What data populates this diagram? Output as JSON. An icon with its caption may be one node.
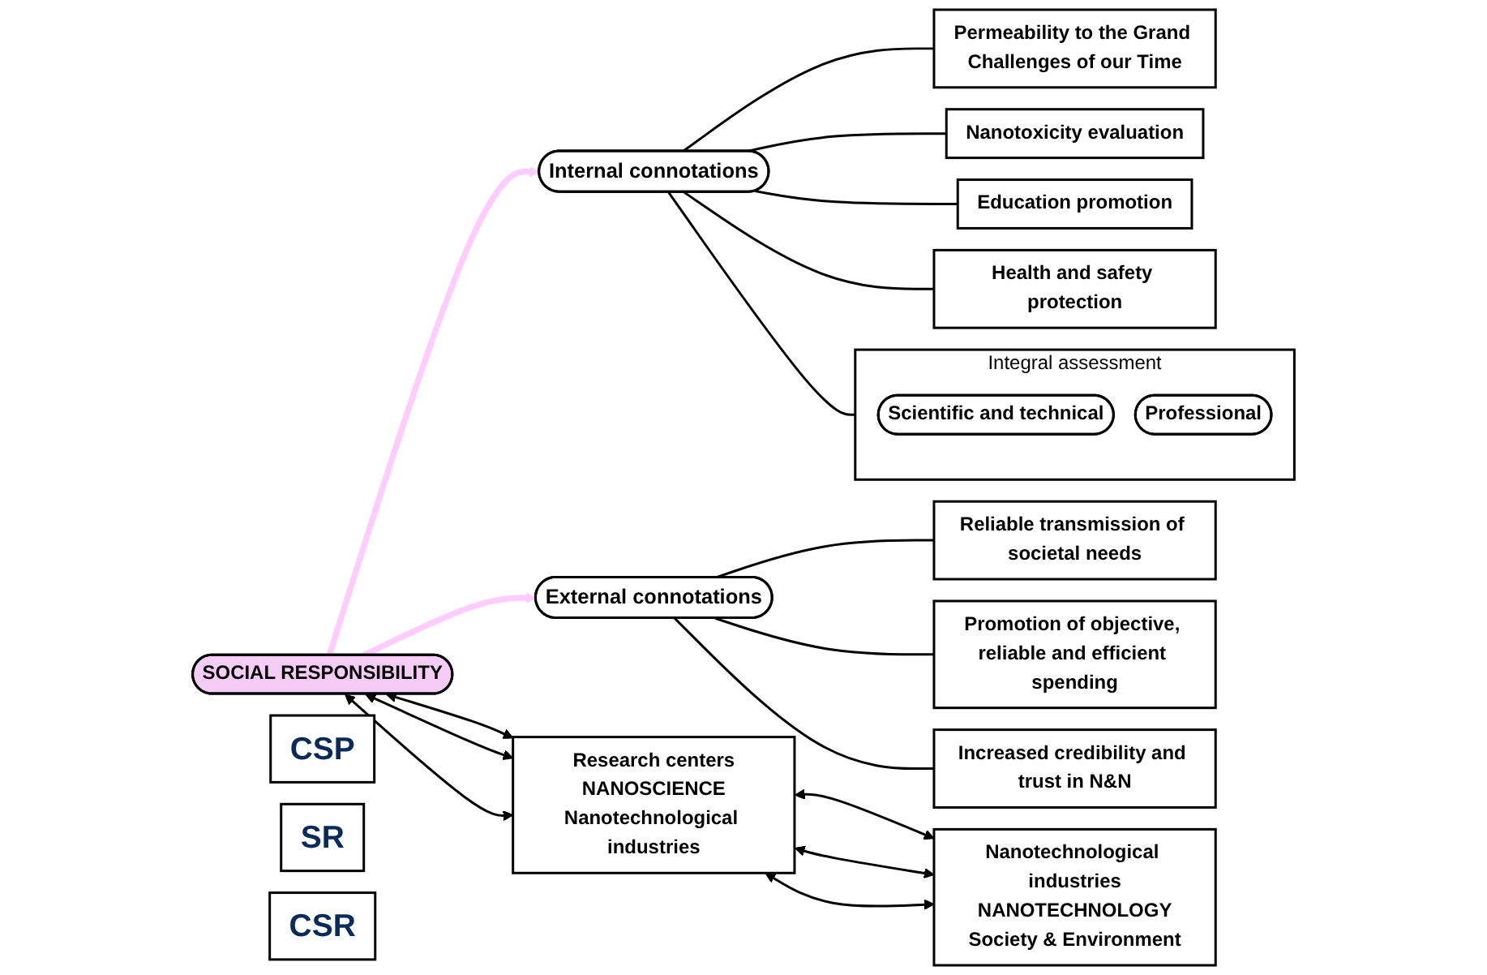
{
  "diagram": {
    "nodes": [
      {
        "text": [
          "CSP"
        ]
      },
      {
        "text": [
          "Internal connotations"
        ]
      },
      {
        "text": [
          "Permeability to the Grand Challenges of our Time"
        ]
      },
      {
        "text": [
          "Integral assessment"
        ]
      },
      {
        "text": [
          "Scientific and technical"
        ],
        "in": 3
      },
      {
        "text": [
          "Professional"
        ],
        "in": 3
      },
      {
        "text": [
          "Nanotoxicity evaluation"
        ]
      },
      {
        "text": [
          "Education promotion"
        ]
      },
      {
        "text": [
          "Health and safety protection"
        ]
      },
      {
        "text": [
          "SR"
        ]
      },
      {
        "text": [
          "SOCIAL RESPONSIBILITY"
        ]
      },
      {
        "text": [
          "Research centers",
          "NANOSCIENCE",
          "Nanotechnological industries"
        ]
      },
      {
        "text": [
          "Nanotechnological industries",
          "NANOTECHNOLOGY",
          "Society & Environment"
        ]
      },
      {
        "text": [
          "CSR"
        ]
      },
      {
        "text": [
          "External connotations"
        ]
      },
      {
        "text": [
          "Reliable transmission of societal needs"
        ]
      },
      {
        "text": [
          "Promotion of objective, reliable and efficient spending"
        ]
      },
      {
        "text": [
          "Increased credibility and trust in N&N"
        ]
      }
    ],
    "edges": [
      {
        "from": 1,
        "to": 2,
        "arrow": "none"
      },
      {
        "from": 1,
        "to": 3,
        "arrow": "none"
      },
      {
        "from": 1,
        "to": 6,
        "arrow": "none"
      },
      {
        "from": 1,
        "to": 7,
        "arrow": "none"
      },
      {
        "from": 1,
        "to": 8,
        "arrow": "none"
      },
      {
        "from": 10,
        "to": 1,
        "arrow": "to",
        "style": "thick",
        "color": "#ffccff"
      },
      {
        "from": 10,
        "to": 14,
        "arrow": "to",
        "style": "thick",
        "color": "#ffccff"
      },
      {
        "from": 10,
        "to": 11,
        "arrow": "both"
      },
      {
        "from": 10,
        "to": 11,
        "arrow": "both"
      },
      {
        "from": 10,
        "to": 11,
        "arrow": "both"
      },
      {
        "from": 11,
        "to": 12,
        "arrow": "both"
      },
      {
        "from": 11,
        "to": 12,
        "arrow": "both"
      },
      {
        "from": 11,
        "to": 12,
        "arrow": "both"
      },
      {
        "from": 14,
        "to": 15,
        "arrow": "none"
      },
      {
        "from": 14,
        "to": 16,
        "arrow": "none"
      },
      {
        "from": 14,
        "to": 17,
        "arrow": "none"
      }
    ]
  }
}
